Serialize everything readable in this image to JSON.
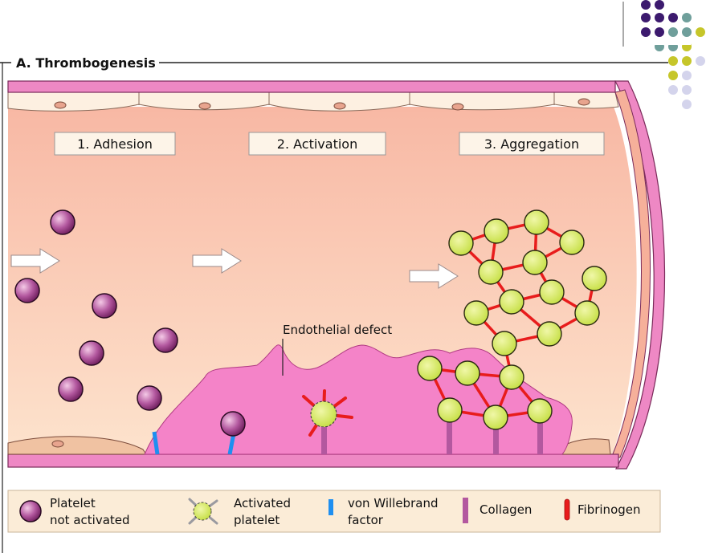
{
  "title": "A. Thrombogenesis",
  "stages": [
    {
      "label": "1. Adhesion"
    },
    {
      "label": "2. Activation"
    },
    {
      "label": "3. Aggregation"
    }
  ],
  "annotation": "Endothelial defect",
  "legend": [
    {
      "label": "Platelet",
      "label2": "not activated",
      "icon": "platelet-icon"
    },
    {
      "label": "Activated",
      "label2": "platelet",
      "icon": "activated-platelet-icon"
    },
    {
      "label": "von Willebrand",
      "label2": "factor",
      "icon": "von-willebrand-factor-icon"
    },
    {
      "label": "Collagen",
      "label2": "",
      "icon": "collagen-icon"
    },
    {
      "label": "Fibrinogen",
      "label2": "",
      "icon": "fibrinogen-icon"
    }
  ],
  "colors": {
    "vessel_lumen": "#fbcdb4",
    "endothelium": "#fdf0e1",
    "vessel_wall": "#ee88c4",
    "defect": "#f483c8",
    "platelet": "#8c2d72",
    "activated_platelet": "#d6ec66",
    "von_willebrand": "#1f8ff0",
    "collagen": "#b3589f",
    "fibrinogen": "#e81c1c",
    "legend_bg": "#fbecd7",
    "deco_purple": "#3c1a6e",
    "deco_teal": "#6f9f9b",
    "deco_olive": "#c6c62a",
    "deco_lavender": "#d4d4ec"
  }
}
